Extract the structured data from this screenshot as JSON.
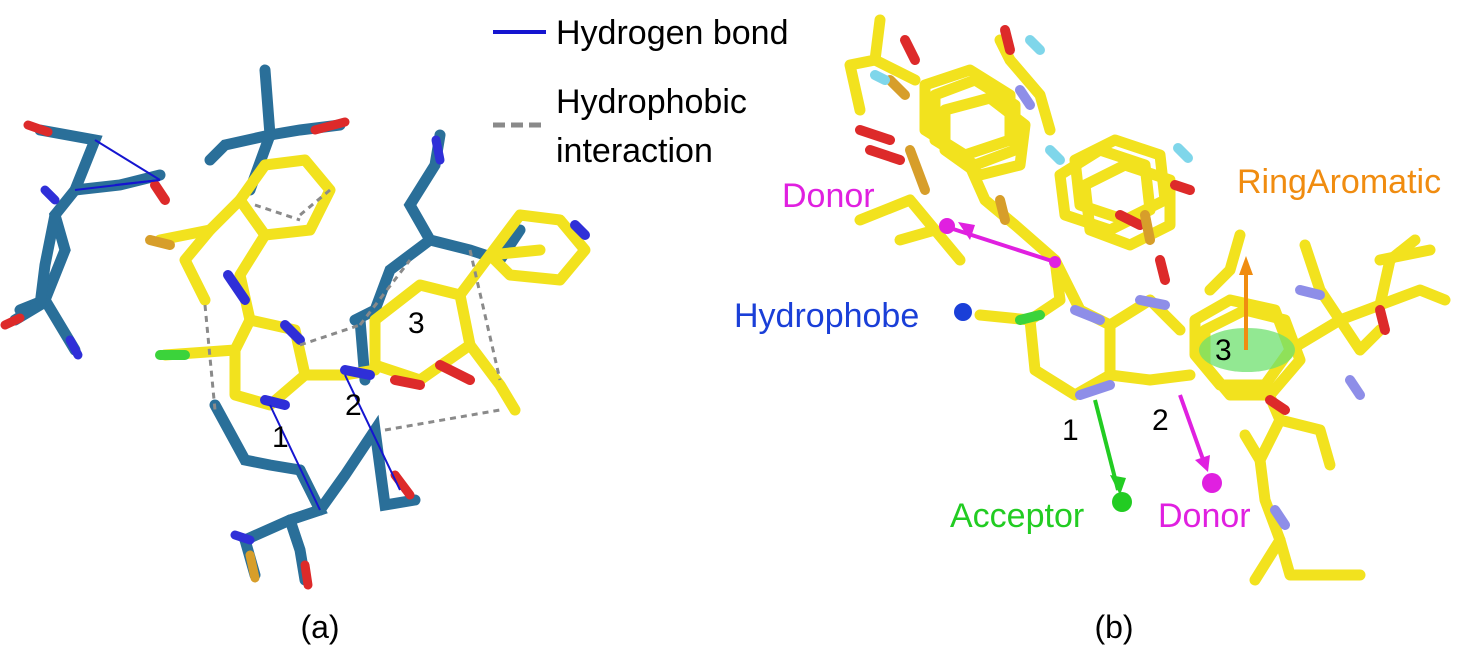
{
  "legend": {
    "hbond_label": "Hydrogen bond",
    "hydrophobic_label_line1": "Hydrophobic",
    "hydrophobic_label_line2": "interaction"
  },
  "panel_a": {
    "caption": "(a)",
    "ring_labels": [
      "1",
      "2",
      "3"
    ]
  },
  "panel_b": {
    "caption": "(b)",
    "ring_labels": [
      "1",
      "2",
      "3"
    ],
    "features": {
      "donor_top": "Donor",
      "ring_aromatic": "RingAromatic",
      "hydrophobe": "Hydrophobe",
      "acceptor": "Acceptor",
      "donor_bottom": "Donor"
    }
  },
  "colors": {
    "ligand_carbon": "#f2e21e",
    "protein_carbon": "#2a6f99",
    "nitrogen": "#2f2fd8",
    "oxygen": "#dd2a2a",
    "chlorine": "#3bd33b",
    "sulfur": "#d79e2a",
    "fluorine": "#7fd6ea",
    "hbond": "#1515d0",
    "hydrophobic": "#8a8a8a",
    "donor": "#e020e0",
    "acceptor": "#22cc22",
    "ring_aromatic": "#f08c10",
    "hydrophobe": "#1a3fd8"
  }
}
